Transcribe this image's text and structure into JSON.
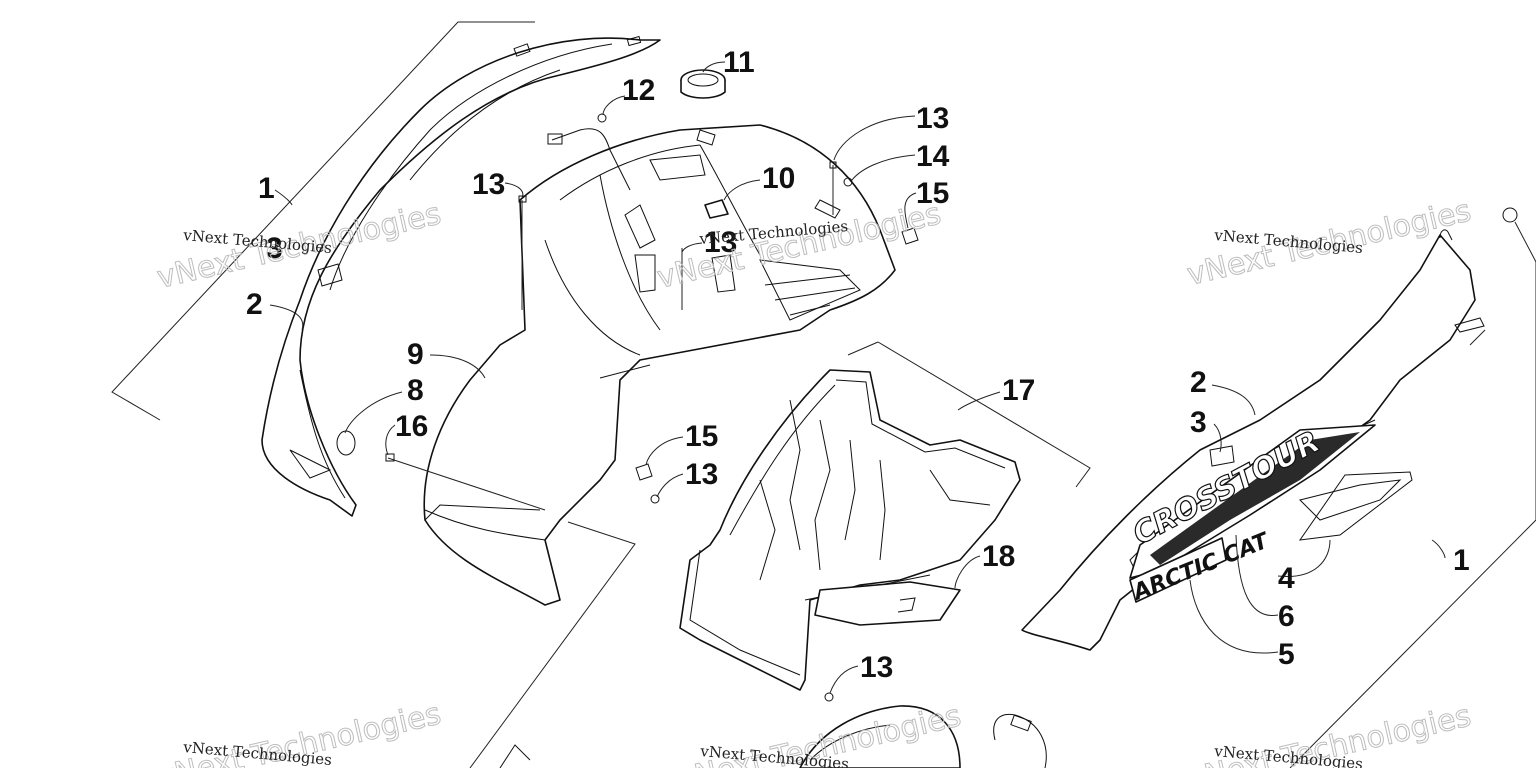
{
  "callouts": [
    "1",
    "3",
    "2",
    "9",
    "8",
    "16",
    "13",
    "12",
    "11",
    "10",
    "13",
    "13",
    "14",
    "15",
    "15",
    "13",
    "17",
    "18",
    "13",
    "2",
    "3",
    "4",
    "6",
    "5",
    "1"
  ],
  "watermarks": {
    "small": [
      "vNext Technologies",
      "vNext Technologies",
      "vNext Technologies",
      "vNext Technologies",
      "vNext Technologies",
      "vNext Technologies"
    ],
    "big": [
      "vNext Technologies",
      "vNext Technologies",
      "vNext Technologies",
      "vNext Technologies",
      "vNext Technologies",
      "vNext Technologies"
    ]
  },
  "decals": {
    "crosstour": "CROSSTOUR",
    "brand": "ARCTIC CAT"
  }
}
